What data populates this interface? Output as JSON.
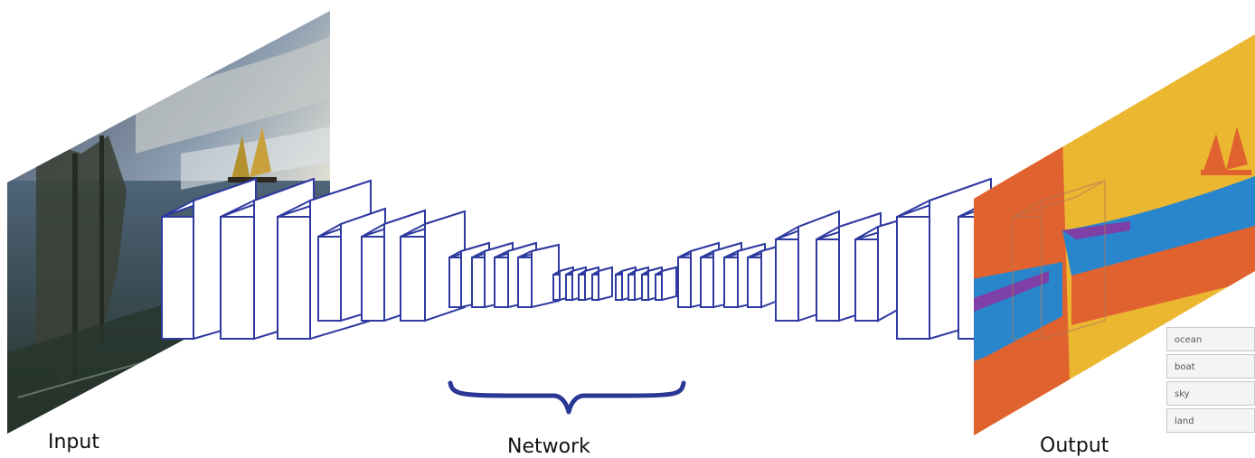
{
  "labels": {
    "input": "Input",
    "network": "Network",
    "output": "Output"
  },
  "legend": [
    "ocean",
    "boat",
    "sky",
    "land"
  ],
  "colors": {
    "layer_stroke": "#2e3aa0",
    "brace": "#2a3895",
    "seg_sky": "#ecb730",
    "seg_ocean": "#2a86cc",
    "seg_land": "#e0622f",
    "seg_boat": "#7e3fa6"
  },
  "icons": {
    "input_image": "sailing-ship-photo",
    "output_image": "segmentation-map"
  }
}
